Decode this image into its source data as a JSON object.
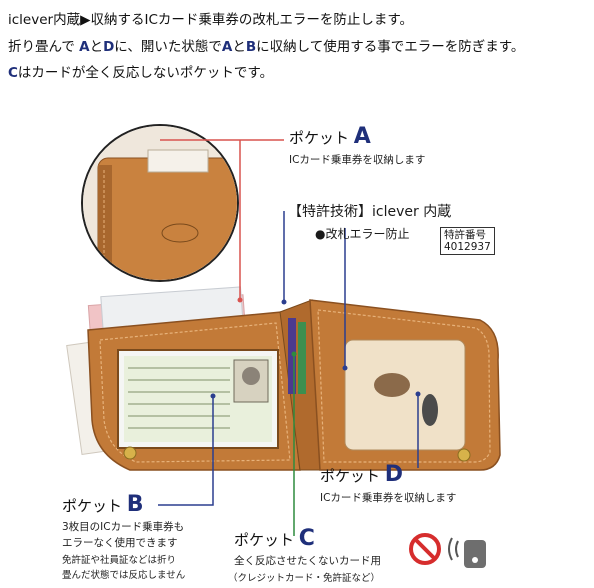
{
  "intro": {
    "line1": "iclever内蔵▶収納するICカード乗車券の改札エラーを防止します。",
    "line2_parts": [
      "折り畳んで ",
      "A",
      "と",
      "D",
      "に、開いた状態で",
      "A",
      "と",
      "B",
      "に収納して使用する事でエラーを防ぎます。"
    ],
    "line3_parts": [
      "C",
      "はカードが全く反応しないポケットです。"
    ]
  },
  "pocket_a": {
    "label": "ポケット",
    "letter": "A",
    "desc": "ICカード乗車券を収納します"
  },
  "patent": {
    "heading": "【特許技術】iclever 内蔵",
    "bullet": "●改札エラー防止",
    "number_label": "特許番号",
    "number": "4012937"
  },
  "pocket_d": {
    "label": "ポケット",
    "letter": "D",
    "desc": "ICカード乗車券を収納します"
  },
  "pocket_b": {
    "label": "ポケット",
    "letter": "B",
    "desc1": "3枚目のICカード乗車券も",
    "desc2": "エラーなく使用できます",
    "desc3": "免許証や社員証などは折り",
    "desc4": "畳んだ状態では反応しません"
  },
  "pocket_c": {
    "label": "ポケット",
    "letter": "C",
    "desc1": "全く反応させたくないカード用",
    "desc2": "（クレジットカード・免許証など）"
  },
  "colors": {
    "accent": "#1f2f7a",
    "leather": "#c27a38",
    "line_red": "#d9534f",
    "line_blue": "#2b3e8f",
    "line_green": "#2e8b3e"
  },
  "icons": [
    "no-signal-icon",
    "card-wave-icon"
  ]
}
